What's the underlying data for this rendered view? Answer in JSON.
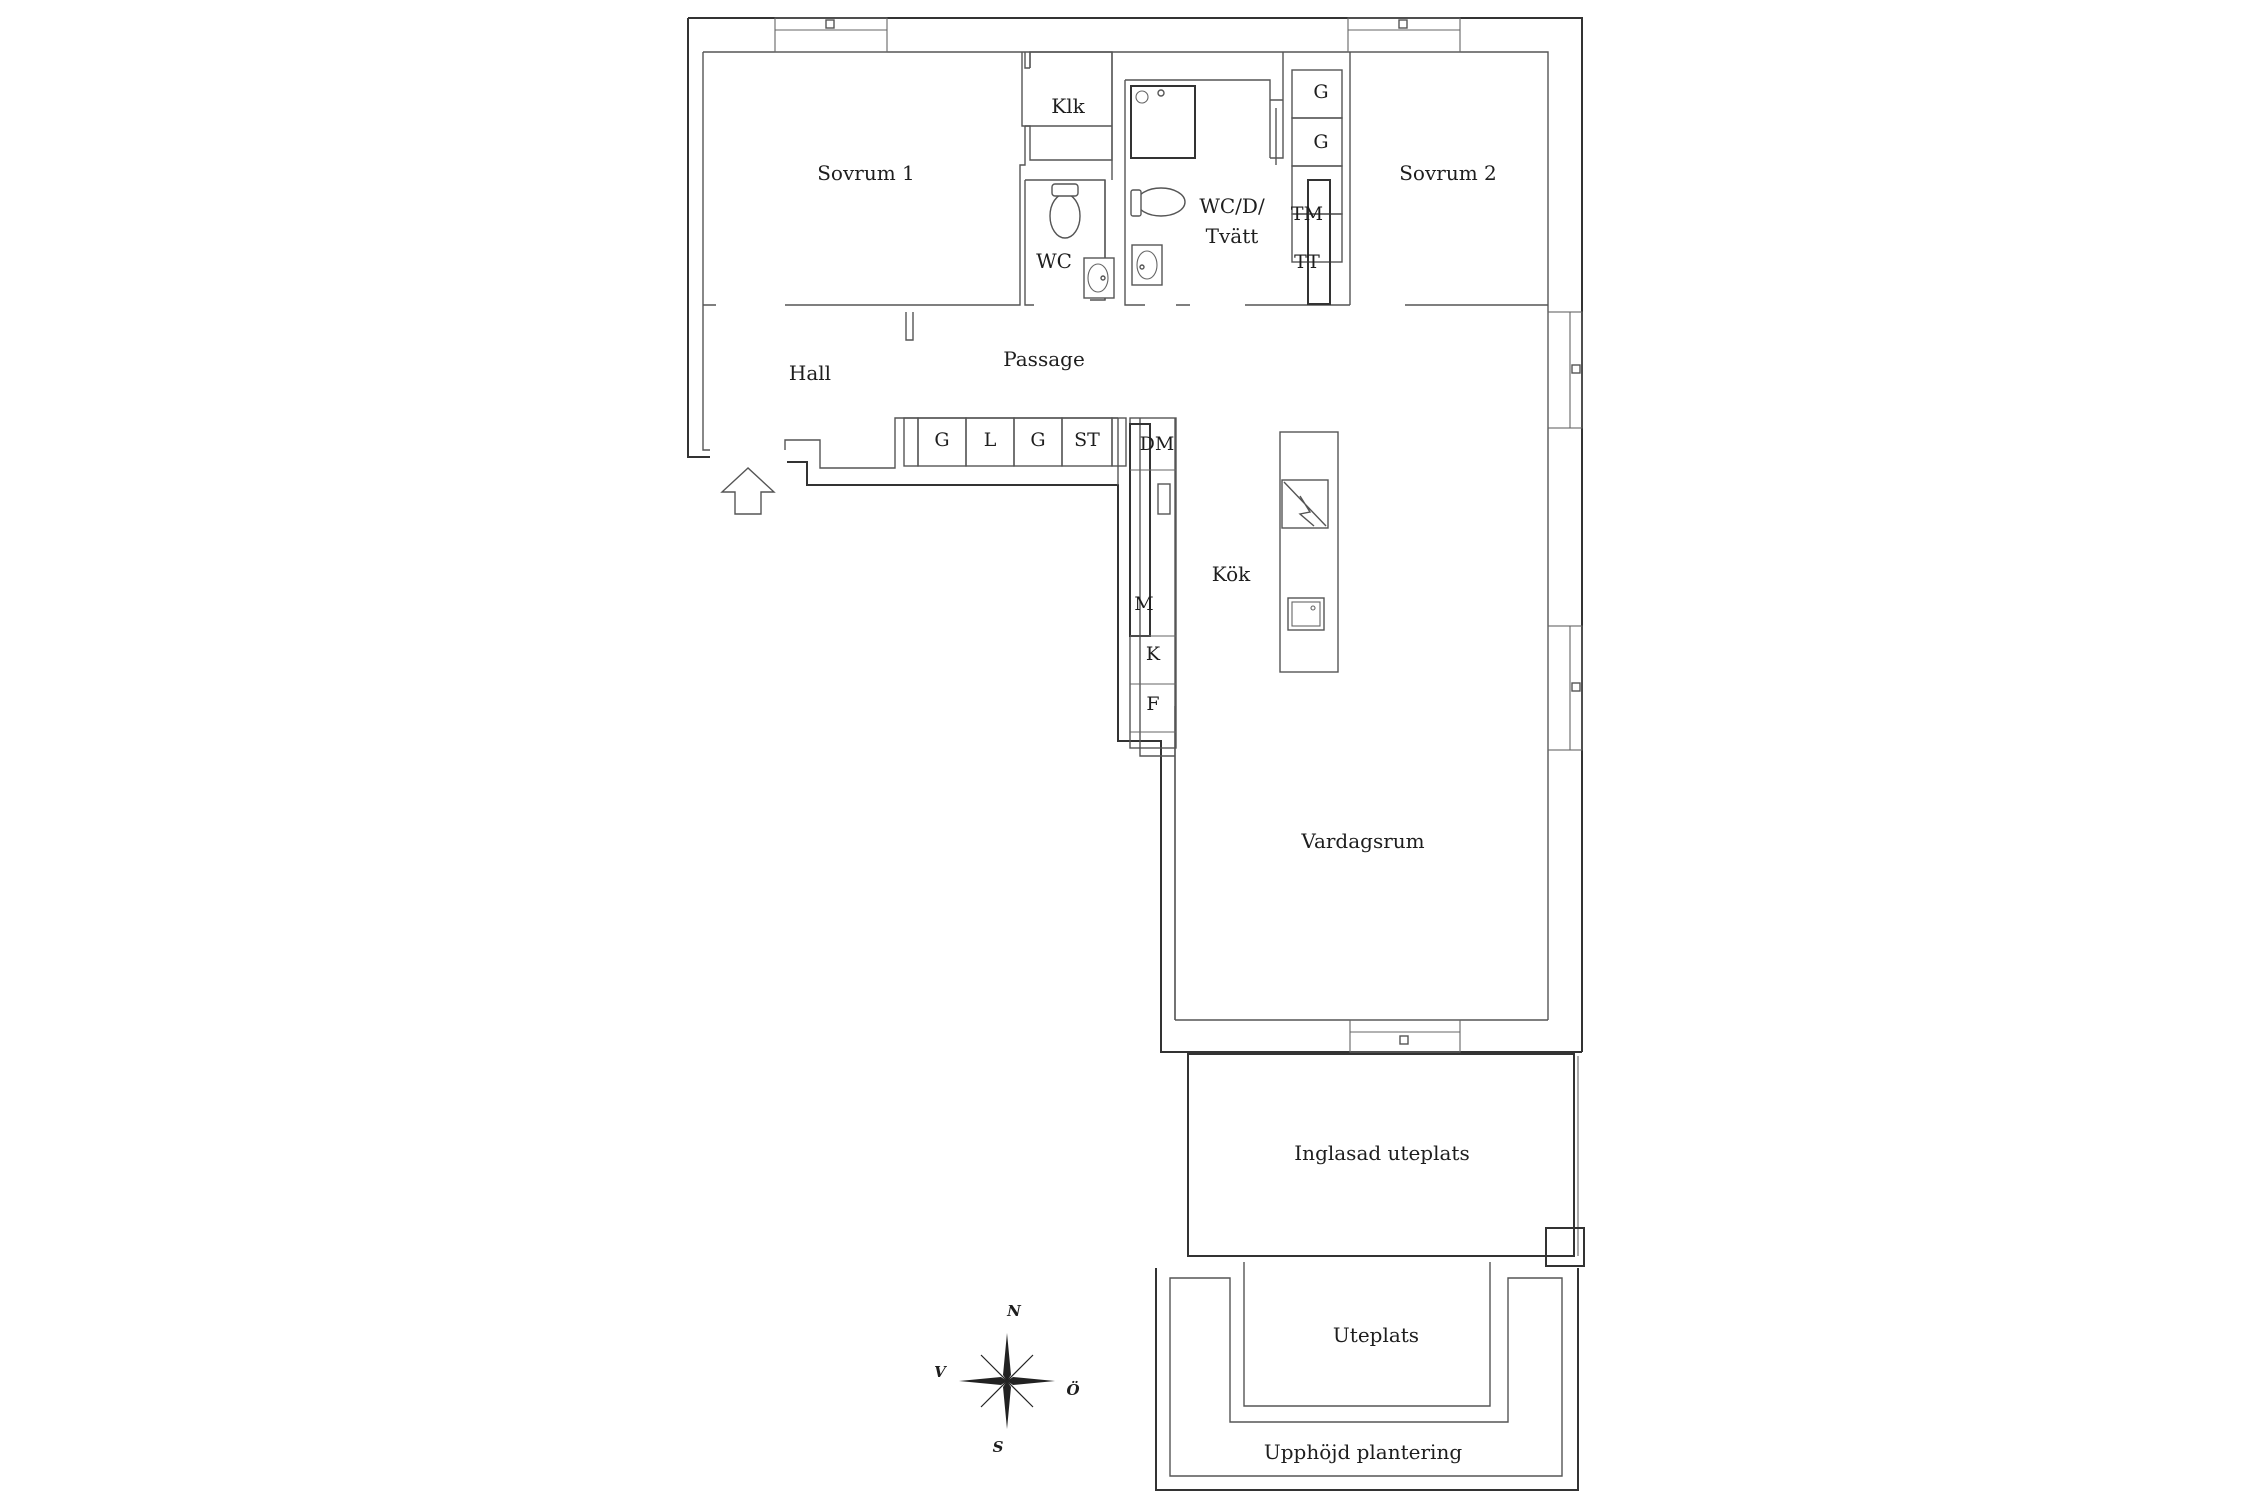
{
  "rooms": {
    "sovrum1": "Sovrum 1",
    "klk": "Klk",
    "wc": "WC",
    "wcdtvatt_line1": "WC/D/",
    "wcdtvatt_line2": "Tvätt",
    "sovrum2": "Sovrum 2",
    "hall": "Hall",
    "passage": "Passage",
    "kok": "Kök",
    "vardagsrum": "Vardagsrum",
    "inglasad": "Inglasad uteplats",
    "uteplats": "Uteplats",
    "plantering": "Upphöjd plantering"
  },
  "units": {
    "g1": "G",
    "g2": "G",
    "tm": "TM",
    "tt": "TT",
    "hall_g1": "G",
    "hall_l": "L",
    "hall_g2": "G",
    "hall_st": "ST",
    "dm": "DM",
    "m": "M",
    "k": "K",
    "f": "F"
  },
  "compass": {
    "n": "N",
    "s": "S",
    "v": "V",
    "o": "Ö"
  },
  "colors": {
    "wall": "#333333",
    "background": "#ffffff",
    "text": "#1e1e1e"
  }
}
